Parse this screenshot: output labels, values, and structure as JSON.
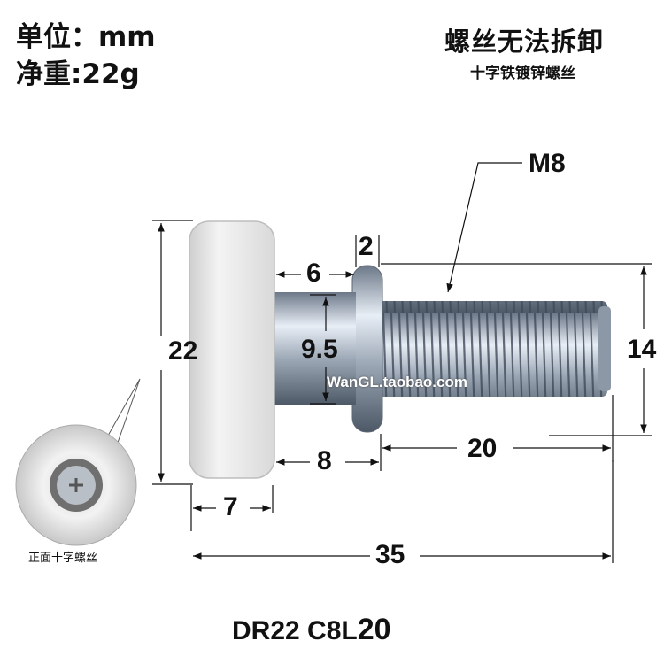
{
  "header": {
    "unit": "单位：mm",
    "weight": "净重:22g",
    "note_title": "螺丝无法拆卸",
    "note_subtitle": "十字铁镀锌螺丝"
  },
  "dimensions": {
    "thread": "M8",
    "shoulder": "2",
    "axle_length": "6",
    "wheel_diameter": "22",
    "axle_diameter": "9.5",
    "thread_diameter": "14",
    "thread_length": "20",
    "hub_length": "8",
    "wheel_width": "7",
    "total_length": "35"
  },
  "watermark": "WanGL.taobao.com",
  "inset": {
    "caption": "正面十字螺丝"
  },
  "model": {
    "part1": "DR22 C8L",
    "part2": "20"
  },
  "colors": {
    "wheel": "#e9e9e9",
    "metal": "#9aa8b8",
    "line": "#111111"
  }
}
